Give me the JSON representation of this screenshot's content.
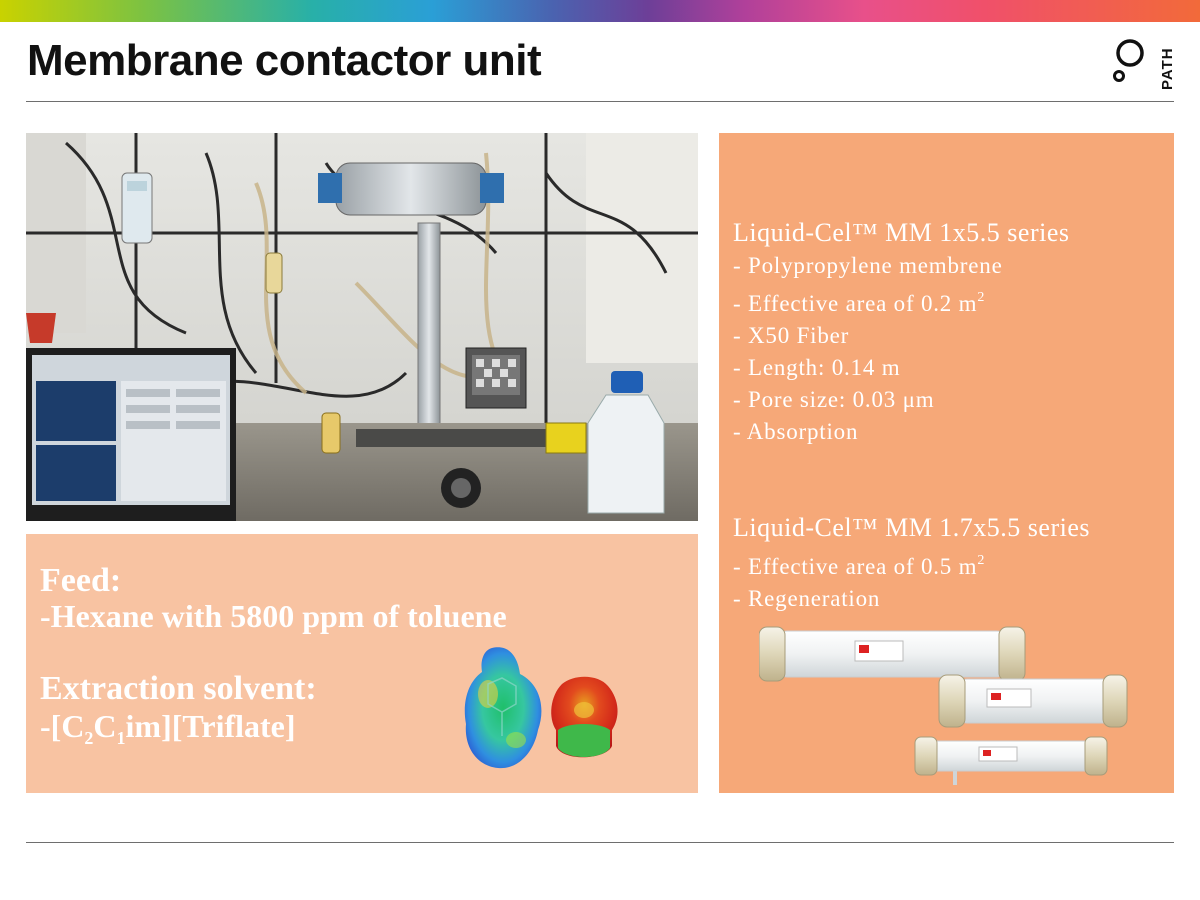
{
  "slide": {
    "title": "Membrane contactor unit",
    "logo_text": "PATH"
  },
  "feed": {
    "feed_heading": "Feed:",
    "feed_text": "-Hexane with 5800 ppm of toluene",
    "solvent_heading": "Extraction solvent:",
    "solvent_prefix": "-[C",
    "solvent_sub1": "2",
    "solvent_mid": "C",
    "solvent_sub2": "1",
    "solvent_suffix": "im][Triflate]"
  },
  "spec1": {
    "title": "Liquid-Cel™ MM 1x5.5 series",
    "lines": [
      "- Polypropylene membrene",
      "- Effective area of 0.2 m",
      "- X50 Fiber",
      "- Length: 0.14 m",
      "- Pore size: 0.03 μm",
      "- Absorption"
    ],
    "area_exp": "2"
  },
  "spec2": {
    "title": "Liquid-Cel™ MM 1.7x5.5 series",
    "lines": [
      "- Effective area of 0.5 m",
      "- Regeneration"
    ],
    "area_exp": "2"
  },
  "colors": {
    "feed_panel": "#f8c3a2",
    "spec_panel": "#f6a878",
    "text_on_panel": "#ffffff"
  }
}
